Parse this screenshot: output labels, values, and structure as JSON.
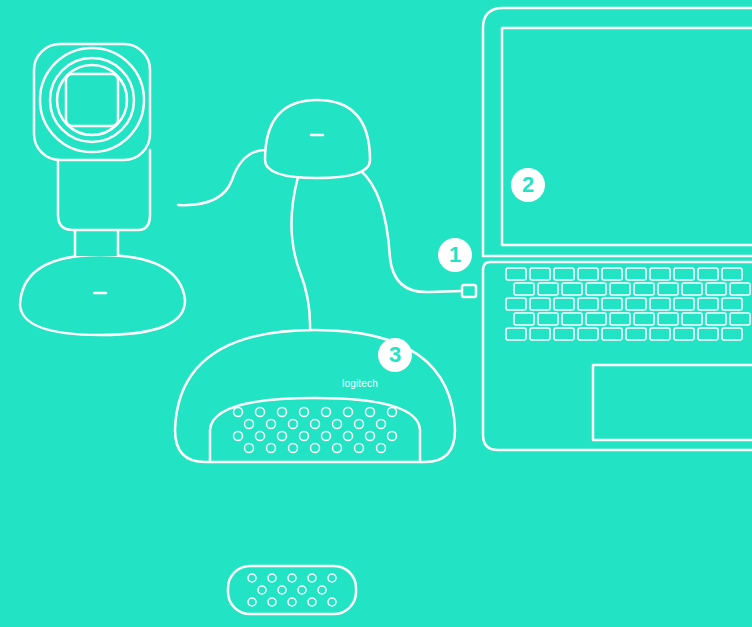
{
  "diagram": {
    "labels": [
      "2",
      "1",
      "3",
      "logitech"
    ]
  }
}
